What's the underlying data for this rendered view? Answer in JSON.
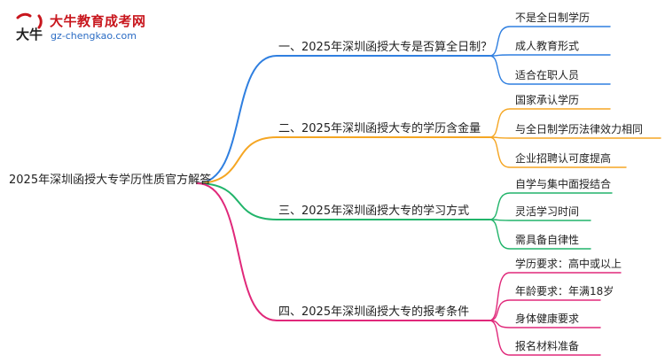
{
  "logo": {
    "title": "大牛教育成考网",
    "url": "gz-chengkao.com",
    "mark_text": "大牛"
  },
  "colors": {
    "branch1": "#2f7fe0",
    "branch2": "#f5a623",
    "branch3": "#21b46a",
    "branch4": "#e0287a",
    "text": "#222222",
    "brand_red": "#c8161d"
  },
  "mindmap": {
    "root": "2025年深圳函授大专学历性质官方解答",
    "branches": [
      {
        "label": "一、2025年深圳函授大专是否算全日制？",
        "leaves": [
          "不是全日制学历",
          "成人教育形式",
          "适合在职人员"
        ]
      },
      {
        "label": "二、2025年深圳函授大专的学历含金量",
        "leaves": [
          "国家承认学历",
          "与全日制学历法律效力相同",
          "企业招聘认可度提高"
        ]
      },
      {
        "label": "三、2025年深圳函授大专的学习方式",
        "leaves": [
          "自学与集中面授结合",
          "灵活学习时间",
          "需具备自律性"
        ]
      },
      {
        "label": "四、2025年深圳函授大专的报考条件",
        "leaves": [
          "学历要求：高中或以上",
          "年龄要求：年满18岁",
          "身体健康要求",
          "报名材料准备"
        ]
      }
    ]
  }
}
